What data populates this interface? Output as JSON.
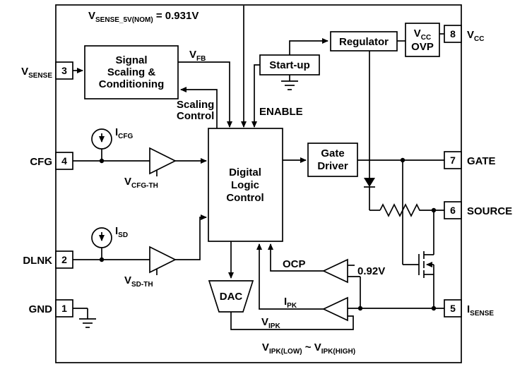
{
  "colors": {
    "ink": "#000000",
    "background": "#ffffff"
  },
  "note": {
    "base": "V",
    "sub": "SENSE_5V(NOM)",
    "rest": " = 0.931V"
  },
  "pins": {
    "p3": {
      "num": "3",
      "base": "V",
      "sub": "SENSE"
    },
    "p4": {
      "num": "4",
      "base": "CFG",
      "sub": ""
    },
    "p2": {
      "num": "2",
      "base": "DLNK",
      "sub": ""
    },
    "p1": {
      "num": "1",
      "base": "GND",
      "sub": ""
    },
    "p8": {
      "num": "8",
      "base": "V",
      "sub": "CC"
    },
    "p7": {
      "num": "7",
      "base": "GATE",
      "sub": ""
    },
    "p6": {
      "num": "6",
      "base": "SOURCE",
      "sub": ""
    },
    "p5": {
      "num": "5",
      "base": "I",
      "sub": "SENSE"
    }
  },
  "blocks": {
    "signal": {
      "l1": "Signal",
      "l2": "Scaling &",
      "l3": "Conditioning"
    },
    "startup": {
      "l1": "Start-up"
    },
    "regulator": {
      "l1": "Regulator"
    },
    "ovp": {
      "base": "V",
      "sub": "CC",
      "l2": "OVP"
    },
    "dlc": {
      "l1": "Digital",
      "l2": "Logic",
      "l3": "Control"
    },
    "driver": {
      "l1": "Gate",
      "l2": "Driver"
    },
    "dac": {
      "l1": "DAC"
    }
  },
  "labels": {
    "vfb": {
      "base": "V",
      "sub": "FB"
    },
    "scaling": {
      "l1": "Scaling",
      "l2": "Control"
    },
    "enable": "ENABLE",
    "icfg": {
      "base": "I",
      "sub": "CFG"
    },
    "vcfgth": {
      "base": "V",
      "sub": "CFG-TH"
    },
    "isd": {
      "base": "I",
      "sub": "SD"
    },
    "vsdth": {
      "base": "V",
      "sub": "SD-TH"
    },
    "ocp": "OCP",
    "vref": "0.92V",
    "ipk": {
      "base": "I",
      "sub": "PK"
    },
    "vipk": {
      "base": "V",
      "sub": "IPK"
    },
    "viprange": {
      "b1": "V",
      "s1": "IPK(LOW)",
      "mid": " ~ ",
      "b2": "V",
      "s2": "IPK(HIGH)"
    }
  }
}
